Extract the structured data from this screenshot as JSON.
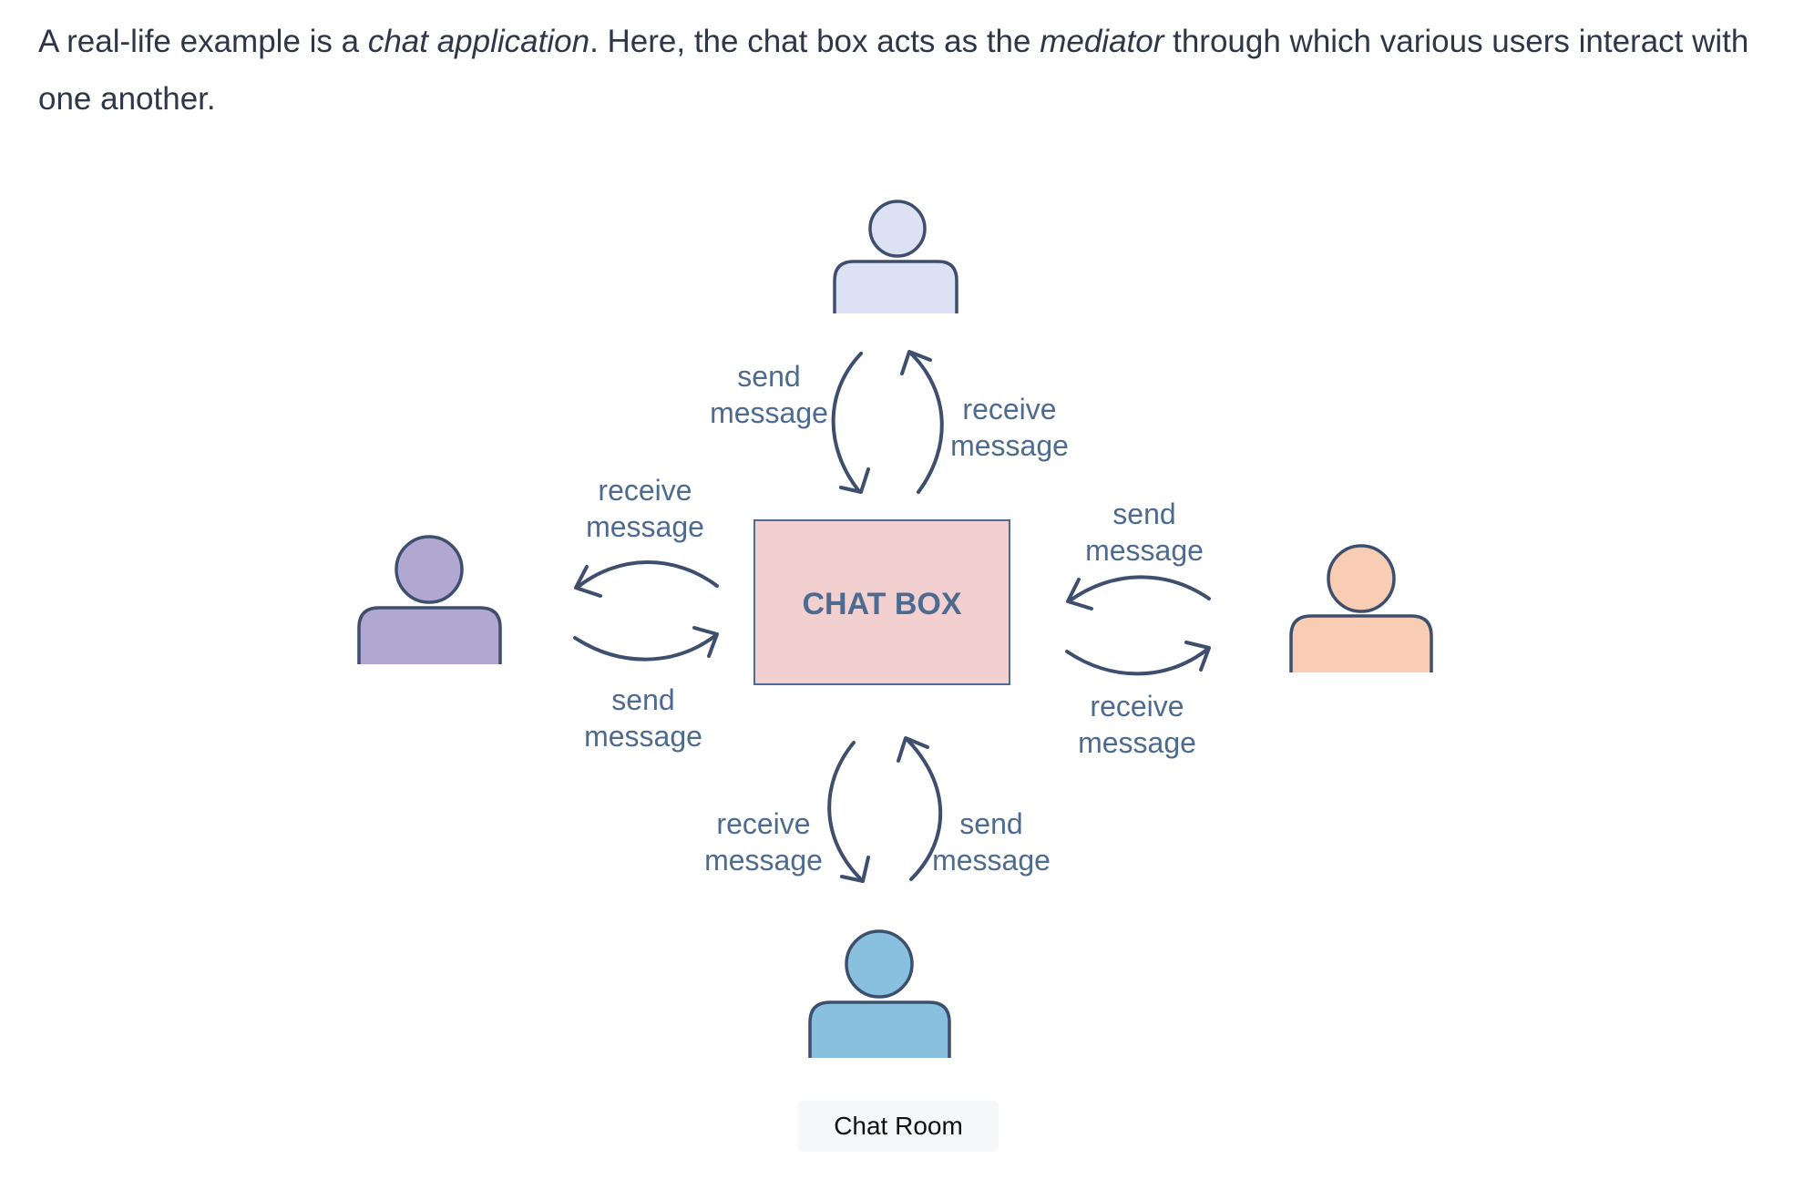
{
  "intro": {
    "part1": "A real-life example is a ",
    "em1": "chat application",
    "part2": ". Here, the chat box acts as the ",
    "em2": "mediator",
    "part3": " through which various users interact with one another."
  },
  "diagram": {
    "center_label": "CHAT BOX",
    "colors": {
      "chat_box_fill": "#f2d0d0",
      "user_top": "#dde1f4",
      "user_left": "#b0a8d0",
      "user_right": "#f9ccb4",
      "user_bottom": "#88c0dd",
      "stroke": "#3e4f6e",
      "label": "#4d6b91"
    },
    "labels": {
      "top_left_1": "send",
      "top_left_2": "message",
      "top_right_1": "receive",
      "top_right_2": "message",
      "left_top_1": "receive",
      "left_top_2": "message",
      "left_bottom_1": "send",
      "left_bottom_2": "message",
      "right_top_1": "send",
      "right_top_2": "message",
      "right_bottom_1": "receive",
      "right_bottom_2": "message",
      "bottom_left_1": "receive",
      "bottom_left_2": "message",
      "bottom_right_1": "send",
      "bottom_right_2": "message"
    }
  },
  "caption": "Chat Room"
}
